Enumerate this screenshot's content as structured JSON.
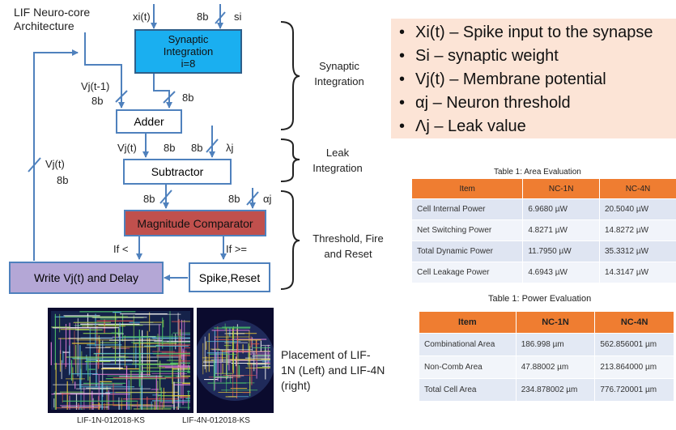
{
  "title": {
    "line1": "LIF Neuro-core",
    "line2": "Architecture"
  },
  "blocks": {
    "synaptic": {
      "line1": "Synaptic",
      "line2": "Integration",
      "line3": "i=8"
    },
    "adder": "Adder",
    "subtractor": "Subtractor",
    "comparator": "Magnitude Comparator",
    "spike": "Spike,Reset",
    "write": "Write Vj(t) and Delay"
  },
  "signals": {
    "xi": "xi(t)",
    "si_bits": "8b",
    "si": "si",
    "vj_prev": "Vj(t-1)",
    "vj_prev_bits": "8b",
    "adder_in_bits": "8b",
    "vj": "Vj(t)",
    "vj_bits": "8b",
    "lambda_bits": "8b",
    "lambda": "λj",
    "cmp_in_bits": "8b",
    "alpha_bits": "8b",
    "alpha": "αj",
    "if_less": "If <",
    "if_ge": "If >=",
    "feedback": "Vj(t)",
    "feedback_bits": "8b"
  },
  "sections": {
    "synaptic": {
      "line1": "Synaptic",
      "line2": "Integration"
    },
    "leak": {
      "line1": "Leak",
      "line2": "Integration"
    },
    "threshold": {
      "line1": "Threshold, Fire",
      "line2": "and Reset"
    }
  },
  "legend": [
    "Xi(t) – Spike input to the synapse",
    "Si – synaptic weight",
    "Vj(t) – Membrane potential",
    "αj – Neuron threshold",
    "Λj – Leak value"
  ],
  "table_area": {
    "caption": "Table 1: Area Evaluation",
    "headers": [
      "Item",
      "NC-1N",
      "NC-4N"
    ],
    "rows": [
      [
        "Cell Internal Power",
        "6.9680 µW",
        "20.5040 µW"
      ],
      [
        "Net Switching Power",
        "4.8271 µW",
        "14.8272 µW"
      ],
      [
        "Total Dynamic Power",
        "11.7950 µW",
        "35.3312 µW"
      ],
      [
        "Cell Leakage Power",
        "4.6943 µW",
        "14.3147 µW"
      ]
    ]
  },
  "table_power": {
    "caption": "Table 1: Power Evaluation",
    "headers": [
      "Item",
      "NC-1N",
      "NC-4N"
    ],
    "rows": [
      [
        "Combinational Area",
        "186.998 µm",
        "562.856001 µm"
      ],
      [
        "Non-Comb Area",
        "47.88002 µm",
        "213.864000 µm"
      ],
      [
        "Total Cell Area",
        "234.878002 µm",
        "776.720001 µm"
      ]
    ]
  },
  "placement": {
    "caption_line1": "Placement of LIF-",
    "caption_line2": "1N (Left) and LIF-4N",
    "caption_line3": "(right)",
    "label_left": "LIF-1N-012018-KS",
    "label_right": "LIF-4N-012018-KS"
  },
  "colors": {
    "synaptic": "#1aaff0",
    "comparator": "#c0504d",
    "write": "#b4a7d6",
    "wire": "#4f81bd",
    "table_header": "#ef7d31",
    "legend_bg": "#fce4d6"
  }
}
